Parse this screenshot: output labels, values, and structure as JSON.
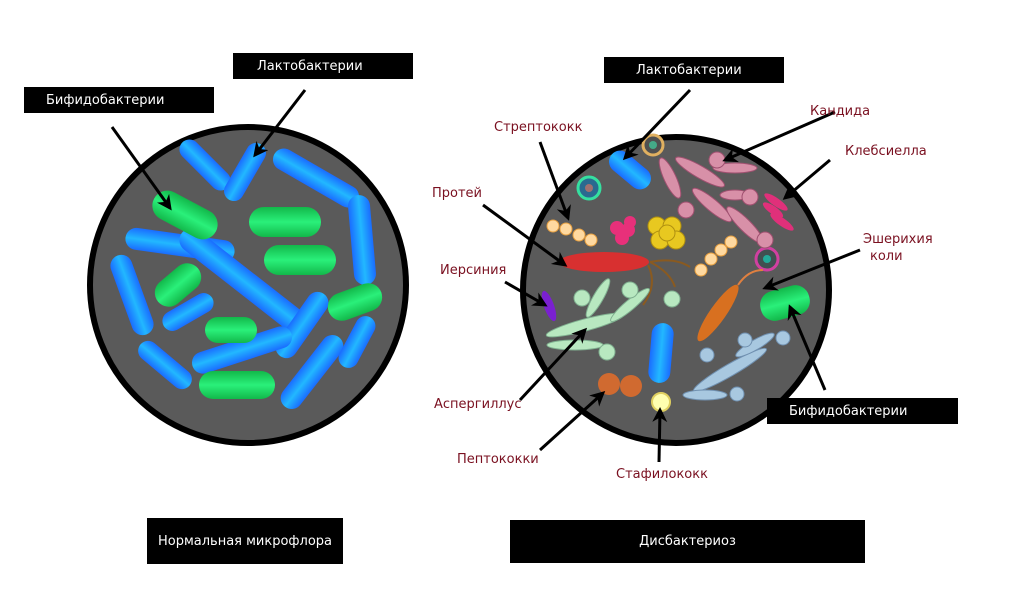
{
  "normal": {
    "caption": "Нормальная микрофлора",
    "labels": {
      "bifido": "Бифидобактерии",
      "lacto": "Лактобактерии"
    }
  },
  "dysbiosis": {
    "caption": "Дисбактериоз",
    "labels": {
      "lacto": "Лактобактерии",
      "bifido": "Бифидобактерии",
      "strepto": "Стрептококк",
      "candida": "Кандида",
      "klebsiella": "Клебсиелла",
      "proteus": "Протей",
      "yersinia": "Иерсиния",
      "ecoli_1": "Эшерихия",
      "ecoli_2": "коли",
      "aspergillus": "Аспергиллус",
      "peptococci": "Пептококки",
      "staphylo": "Стафилококк"
    }
  },
  "colors": {
    "label_red": "#7a1020",
    "circle_fill": "#5a5a5a",
    "box": "#000000"
  }
}
